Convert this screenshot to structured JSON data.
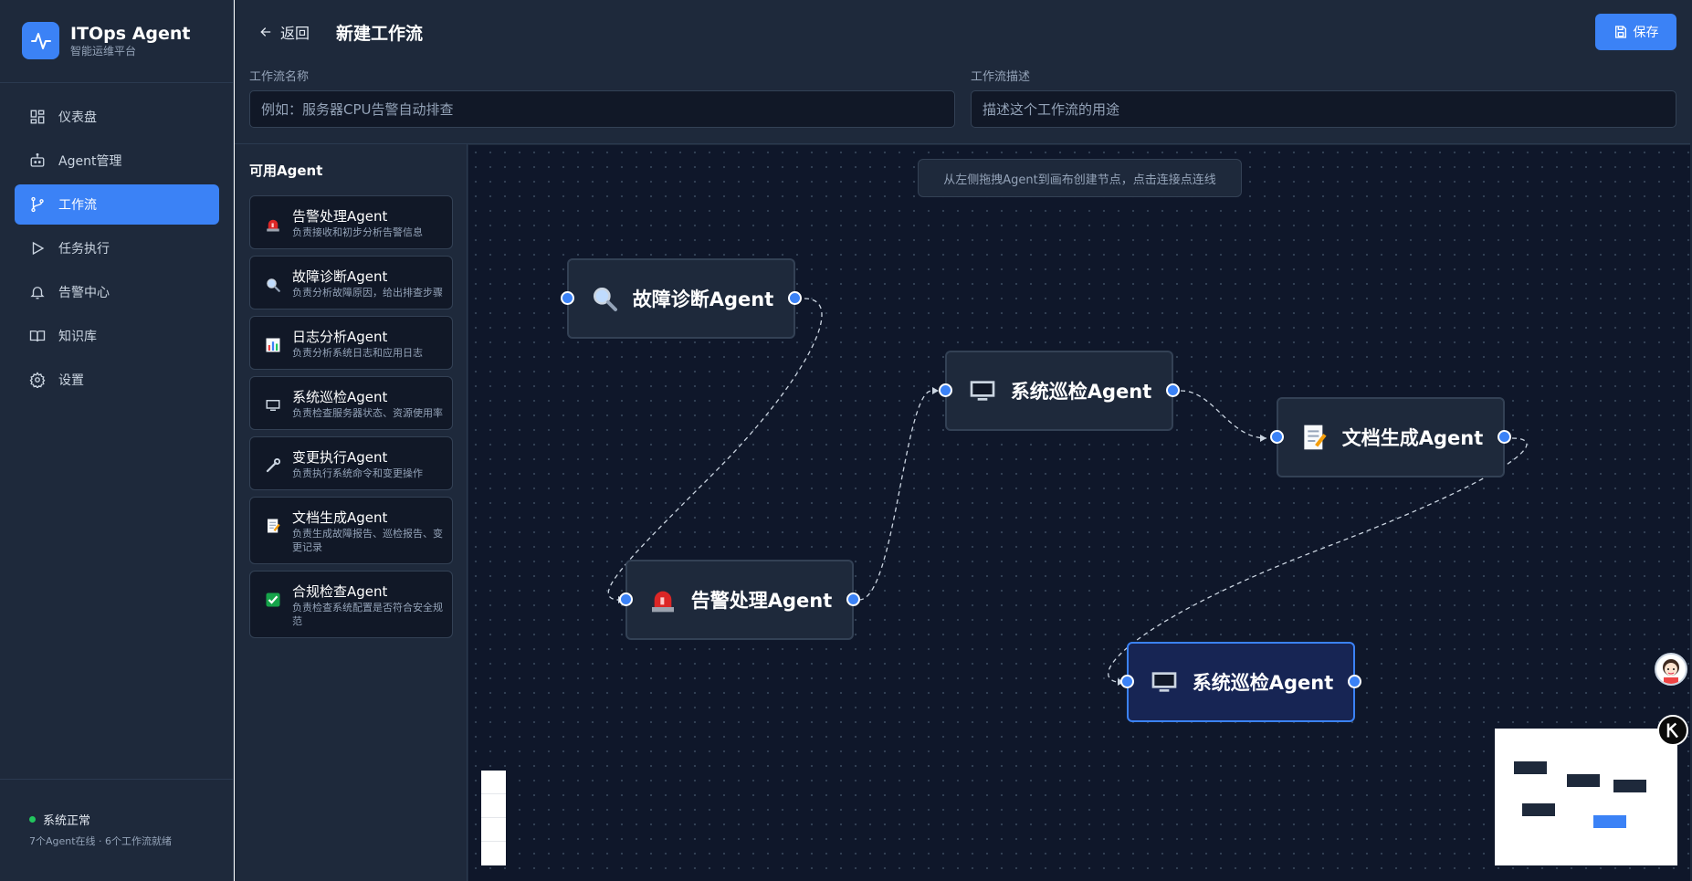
{
  "brand": {
    "title": "ITOps Agent",
    "subtitle": "智能运维平台"
  },
  "nav": {
    "items": [
      {
        "label": "仪表盘",
        "icon": "dashboard-icon"
      },
      {
        "label": "Agent管理",
        "icon": "bot-icon"
      },
      {
        "label": "工作流",
        "icon": "workflow-icon",
        "active": true
      },
      {
        "label": "任务执行",
        "icon": "play-icon"
      },
      {
        "label": "告警中心",
        "icon": "bell-icon"
      },
      {
        "label": "知识库",
        "icon": "book-icon"
      },
      {
        "label": "设置",
        "icon": "gear-icon"
      }
    ]
  },
  "status": {
    "label": "系统正常",
    "detail": "7个Agent在线 · 6个工作流就绪",
    "color": "#22c55e"
  },
  "header": {
    "back_label": "返回",
    "title": "新建工作流",
    "save_label": "保存"
  },
  "form": {
    "name_label": "工作流名称",
    "name_placeholder": "例如：服务器CPU告警自动排查",
    "desc_label": "工作流描述",
    "desc_placeholder": "描述这个工作流的用途"
  },
  "panel": {
    "title": "可用Agent",
    "agents": [
      {
        "name": "告警处理Agent",
        "desc": "负责接收和初步分析告警信息",
        "icon": "siren-icon"
      },
      {
        "name": "故障诊断Agent",
        "desc": "负责分析故障原因，给出排查步骤",
        "icon": "magnifier-icon"
      },
      {
        "name": "日志分析Agent",
        "desc": "负责分析系统日志和应用日志",
        "icon": "bar-chart-icon"
      },
      {
        "name": "系统巡检Agent",
        "desc": "负责检查服务器状态、资源使用率",
        "icon": "monitor-icon"
      },
      {
        "name": "变更执行Agent",
        "desc": "负责执行系统命令和变更操作",
        "icon": "wrench-icon"
      },
      {
        "name": "文档生成Agent",
        "desc": "负责生成故障报告、巡检报告、变更记录",
        "icon": "memo-icon"
      },
      {
        "name": "合规检查Agent",
        "desc": "负责检查系统配置是否符合安全规范",
        "icon": "check-icon"
      }
    ]
  },
  "canvas": {
    "hint": "从左侧拖拽Agent到画布创建节点，点击连接点连线",
    "nodes": [
      {
        "label": "故障诊断Agent",
        "icon": "magnifier-icon"
      },
      {
        "label": "系统巡检Agent",
        "icon": "monitor-icon"
      },
      {
        "label": "文档生成Agent",
        "icon": "memo-icon"
      },
      {
        "label": "告警处理Agent",
        "icon": "siren-icon"
      },
      {
        "label": "系统巡检Agent",
        "icon": "monitor-icon",
        "selected": true
      }
    ]
  },
  "colors": {
    "accent": "#3b82f6",
    "sidebar": "#1e293b",
    "canvas": "#0f172a"
  }
}
